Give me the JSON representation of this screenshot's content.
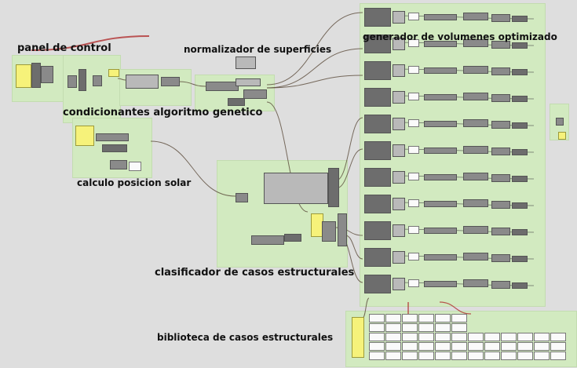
{
  "labels": {
    "panel": "panel de control",
    "normalizador": "normalizador de superficies",
    "generador": "generador de volumenes optimizado",
    "condicionantes": "condicionantes algoritmo genetico",
    "solar": "calculo posicion solar",
    "clasificador": "clasificador de casos estructurales",
    "biblioteca": "biblioteca de casos estructurales"
  },
  "colors": {
    "canvas": "#dedede",
    "group_fill": "#d2eac0",
    "node": "#8a8a8a",
    "wire": "#5a4a3a",
    "wire_red": "#b03030"
  },
  "generator_rows": 11
}
